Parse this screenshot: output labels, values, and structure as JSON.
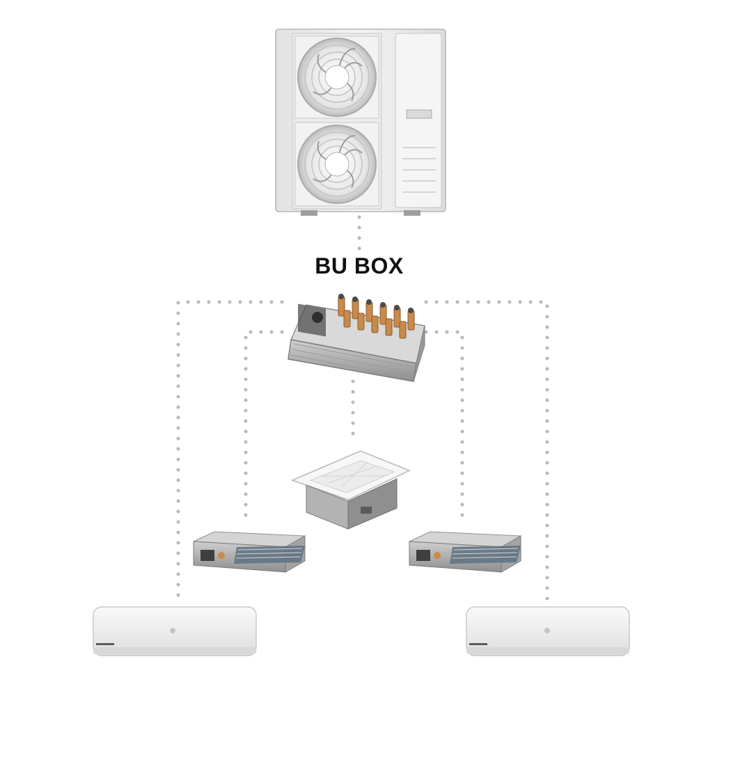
{
  "diagram": {
    "hub_label": "BU BOX",
    "nodes": [
      {
        "id": "outdoor-unit",
        "icon": "outdoor-condenser-unit-icon"
      },
      {
        "id": "bu-box",
        "icon": "branch-distribution-box-icon"
      },
      {
        "id": "cassette-unit",
        "icon": "ceiling-cassette-unit-icon"
      },
      {
        "id": "duct-unit-left",
        "icon": "ducted-indoor-unit-icon"
      },
      {
        "id": "duct-unit-right",
        "icon": "ducted-indoor-unit-icon"
      },
      {
        "id": "wall-unit-left",
        "icon": "wall-mounted-split-unit-icon"
      },
      {
        "id": "wall-unit-right",
        "icon": "wall-mounted-split-unit-icon"
      }
    ],
    "connections": [
      [
        "outdoor-unit",
        "bu-box"
      ],
      [
        "bu-box",
        "cassette-unit"
      ],
      [
        "bu-box",
        "duct-unit-left"
      ],
      [
        "bu-box",
        "duct-unit-right"
      ],
      [
        "bu-box",
        "wall-unit-left"
      ],
      [
        "bu-box",
        "wall-unit-right"
      ]
    ],
    "colors": {
      "connector": "#b8b8b8",
      "unit_body": "#eeeeee",
      "metal": "#a8a8a8",
      "copper": "#c98a4b"
    }
  }
}
